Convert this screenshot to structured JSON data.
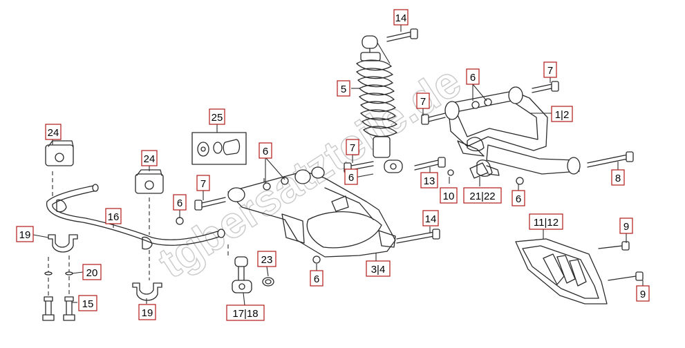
{
  "watermark": "tgbersatzteile.de",
  "labels": {
    "p1": "1",
    "p2": "2",
    "p3": "3",
    "p4": "4",
    "p5": "5",
    "p6": "6",
    "p7": "7",
    "p8": "8",
    "p9": "9",
    "p10": "10",
    "p11": "11",
    "p12": "12",
    "p13": "13",
    "p14": "14",
    "p15": "15",
    "p16": "16",
    "p17": "17",
    "p18": "18",
    "p19": "19",
    "p20": "20",
    "p21": "21",
    "p22": "22",
    "p23": "23",
    "p24": "24",
    "p25": "25"
  },
  "colors": {
    "label_border": "#b01818",
    "line": "#2a2a2a",
    "watermark": "#c9c9c9"
  }
}
